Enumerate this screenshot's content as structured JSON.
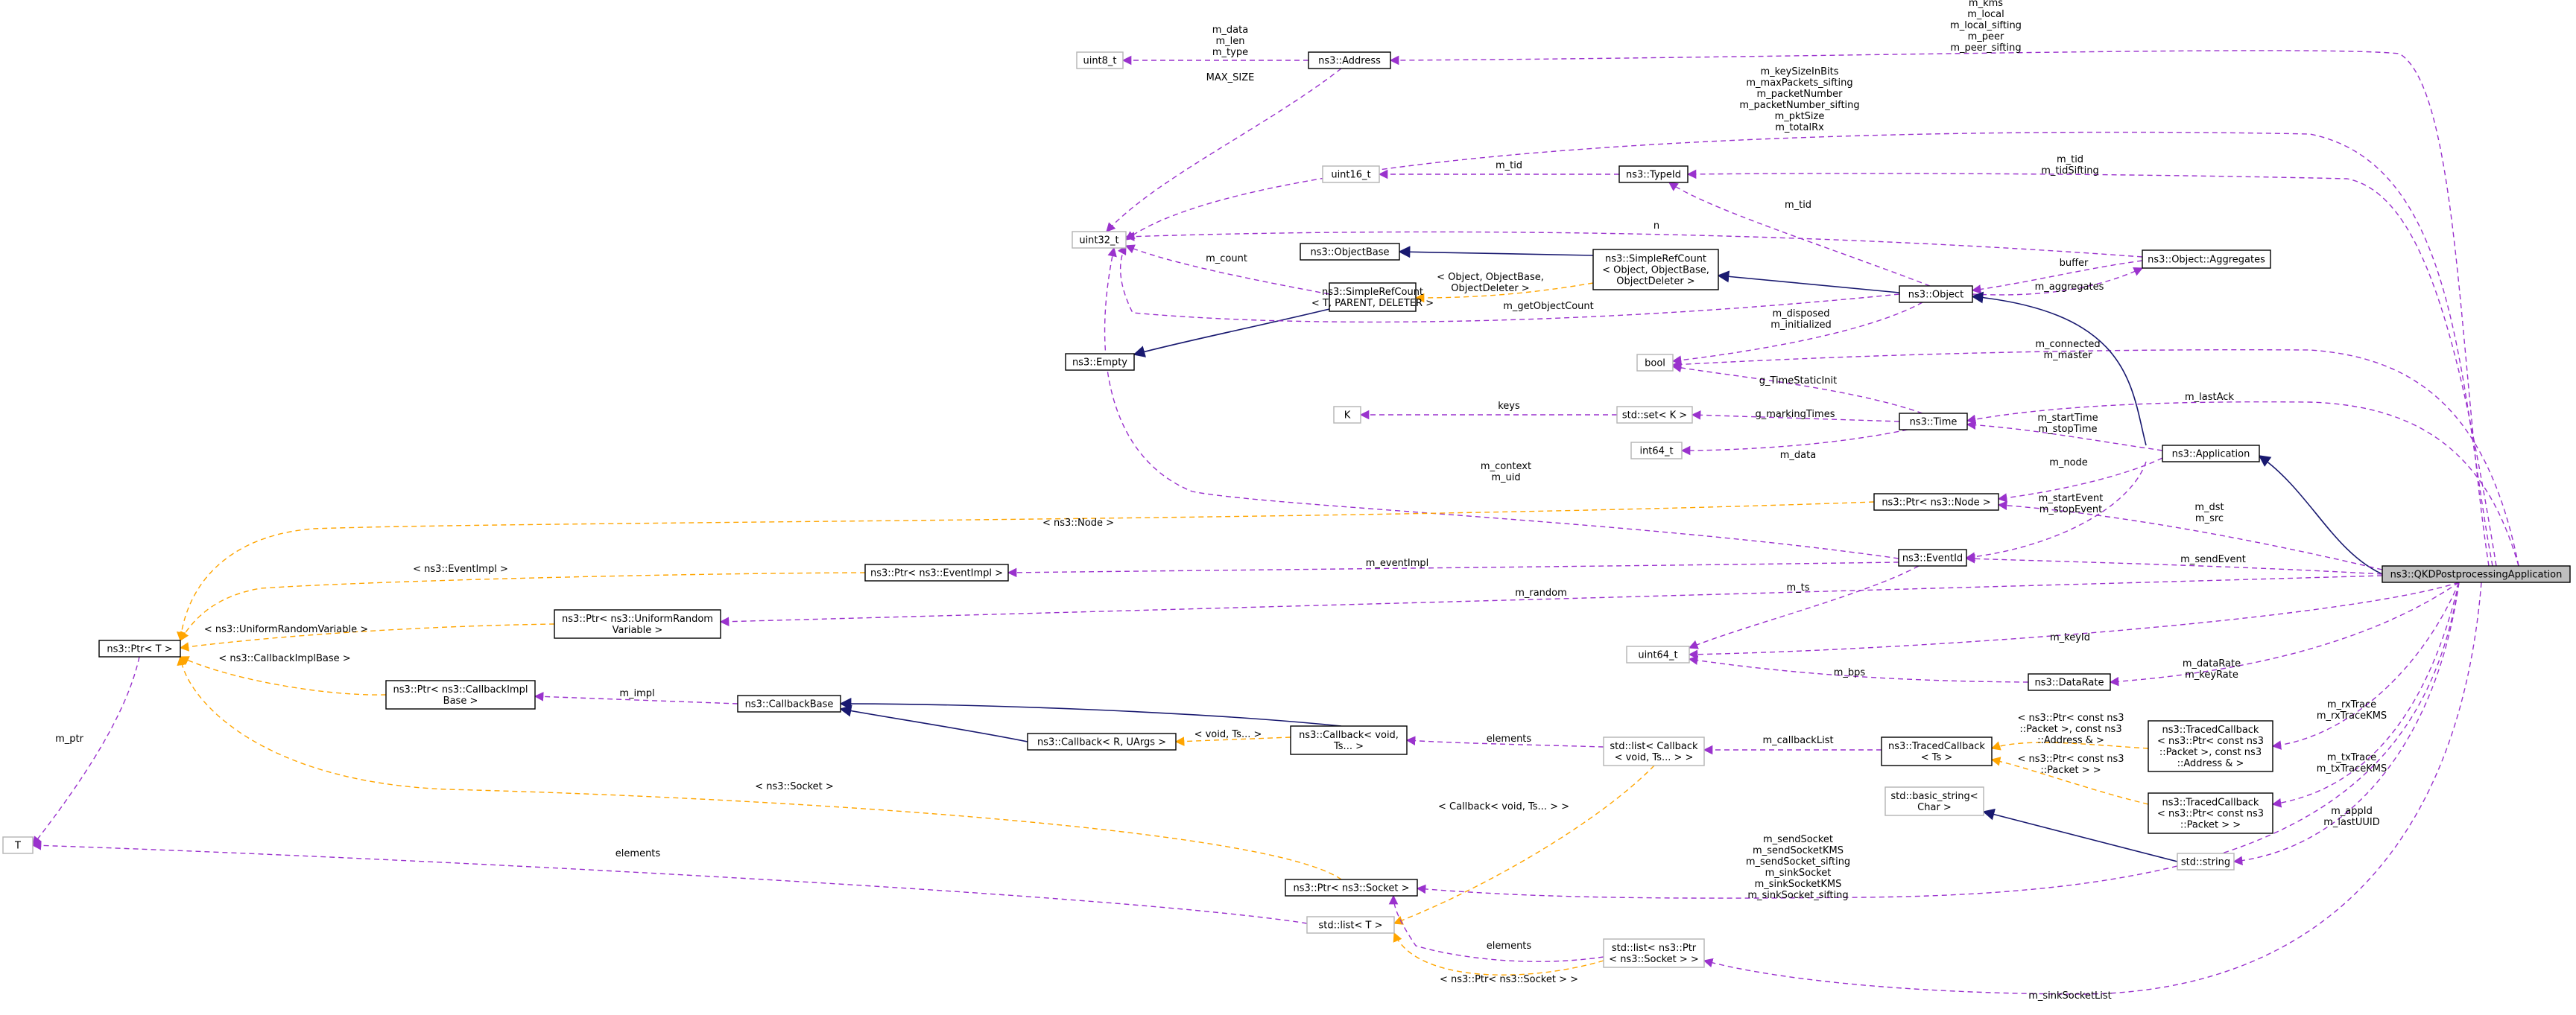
{
  "nodes": [
    {
      "id": "qkd",
      "lines": [
        "ns3::QKDPostprocessingApplication"
      ],
      "style": "focus"
    },
    {
      "id": "address",
      "lines": [
        "ns3::Address"
      ],
      "style": "black"
    },
    {
      "id": "uint8",
      "lines": [
        "uint8_t"
      ],
      "style": "gray"
    },
    {
      "id": "uint16",
      "lines": [
        "uint16_t"
      ],
      "style": "gray"
    },
    {
      "id": "typeid",
      "lines": [
        "ns3::TypeId"
      ],
      "style": "black"
    },
    {
      "id": "uint32",
      "lines": [
        "uint32_t"
      ],
      "style": "gray"
    },
    {
      "id": "objectbase",
      "lines": [
        "ns3::ObjectBase"
      ],
      "style": "black"
    },
    {
      "id": "srcObj",
      "lines": [
        "ns3::SimpleRefCount",
        "< Object, ObjectBase,",
        "ObjectDeleter >"
      ],
      "style": "black"
    },
    {
      "id": "aggregates",
      "lines": [
        "ns3::Object::Aggregates"
      ],
      "style": "black"
    },
    {
      "id": "srcT",
      "lines": [
        "ns3::SimpleRefCount",
        "< T, PARENT, DELETER >"
      ],
      "style": "black"
    },
    {
      "id": "object",
      "lines": [
        "ns3::Object"
      ],
      "style": "black"
    },
    {
      "id": "empty",
      "lines": [
        "ns3::Empty"
      ],
      "style": "black"
    },
    {
      "id": "bool",
      "lines": [
        "bool"
      ],
      "style": "gray"
    },
    {
      "id": "K",
      "lines": [
        "K"
      ],
      "style": "gray"
    },
    {
      "id": "setK",
      "lines": [
        "std::set< K >"
      ],
      "style": "gray"
    },
    {
      "id": "time",
      "lines": [
        "ns3::Time"
      ],
      "style": "black"
    },
    {
      "id": "int64",
      "lines": [
        "int64_t"
      ],
      "style": "gray"
    },
    {
      "id": "application",
      "lines": [
        "ns3::Application"
      ],
      "style": "black"
    },
    {
      "id": "ptrNode",
      "lines": [
        "ns3::Ptr< ns3::Node >"
      ],
      "style": "black"
    },
    {
      "id": "eventid",
      "lines": [
        "ns3::EventId"
      ],
      "style": "black"
    },
    {
      "id": "ptrEventImpl",
      "lines": [
        "ns3::Ptr< ns3::EventImpl >"
      ],
      "style": "black"
    },
    {
      "id": "ptrURV",
      "lines": [
        "ns3::Ptr< ns3::UniformRandom",
        "Variable >"
      ],
      "style": "black"
    },
    {
      "id": "ptrT",
      "lines": [
        "ns3::Ptr< T >"
      ],
      "style": "black"
    },
    {
      "id": "uint64",
      "lines": [
        "uint64_t"
      ],
      "style": "gray"
    },
    {
      "id": "datarate",
      "lines": [
        "ns3::DataRate"
      ],
      "style": "black"
    },
    {
      "id": "ptrCbImpl",
      "lines": [
        "ns3::Ptr< ns3::CallbackImpl",
        "Base >"
      ],
      "style": "black"
    },
    {
      "id": "callbackbase",
      "lines": [
        "ns3::CallbackBase"
      ],
      "style": "black"
    },
    {
      "id": "callbackRU",
      "lines": [
        "ns3::Callback< R, UArgs >"
      ],
      "style": "black"
    },
    {
      "id": "callbackVoid",
      "lines": [
        "ns3::Callback< void,",
        "Ts... >"
      ],
      "style": "black"
    },
    {
      "id": "listCallback",
      "lines": [
        "std::list< Callback",
        "< void, Ts... > >"
      ],
      "style": "gray"
    },
    {
      "id": "tracedCb",
      "lines": [
        "ns3::TracedCallback",
        "< Ts >"
      ],
      "style": "black"
    },
    {
      "id": "tracedCb1",
      "lines": [
        "ns3::TracedCallback",
        "< ns3::Ptr< const ns3",
        "::Packet >, const ns3",
        "::Address & >"
      ],
      "style": "black"
    },
    {
      "id": "tracedCb2",
      "lines": [
        "ns3::TracedCallback",
        "< ns3::Ptr< const ns3",
        "::Packet > >"
      ],
      "style": "black"
    },
    {
      "id": "basicString",
      "lines": [
        "std::basic_string<",
        "Char >"
      ],
      "style": "gray"
    },
    {
      "id": "stdString",
      "lines": [
        "std::string"
      ],
      "style": "gray"
    },
    {
      "id": "T",
      "lines": [
        "T"
      ],
      "style": "gray"
    },
    {
      "id": "ptrSocket",
      "lines": [
        "ns3::Ptr< ns3::Socket >"
      ],
      "style": "black"
    },
    {
      "id": "listT",
      "lines": [
        "std::list< T >"
      ],
      "style": "gray"
    },
    {
      "id": "listPtrSocket",
      "lines": [
        "std::list< ns3::Ptr",
        "< ns3::Socket > >"
      ],
      "style": "gray"
    }
  ],
  "edges": [
    {
      "id": "e1",
      "type": "purple",
      "label": [
        "m_kms",
        "m_local",
        "m_local_sifting",
        "m_peer",
        "m_peer_sifting"
      ]
    },
    {
      "id": "e2",
      "type": "purple",
      "label": [
        "m_data",
        "m_len",
        "m_type"
      ]
    },
    {
      "id": "e3",
      "type": "purple",
      "label": [
        "MAX_SIZE"
      ]
    },
    {
      "id": "e4",
      "type": "purple",
      "label": [
        "m_keySizeInBits",
        "m_maxPackets_sifting",
        "m_packetNumber",
        "m_packetNumber_sifting",
        "m_pktSize",
        "m_totalRx"
      ]
    },
    {
      "id": "e5",
      "type": "purple",
      "label": [
        "m_tid"
      ]
    },
    {
      "id": "e6",
      "type": "purple",
      "label": [
        "m_tid",
        "m_tidSifting"
      ]
    },
    {
      "id": "e7",
      "type": "purple",
      "label": [
        "m_tid"
      ]
    },
    {
      "id": "e8",
      "type": "purple",
      "label": [
        "n"
      ]
    },
    {
      "id": "e9",
      "type": "purple",
      "label": [
        "m_count"
      ]
    },
    {
      "id": "e10",
      "type": "blue",
      "label": []
    },
    {
      "id": "e11",
      "type": "blue",
      "label": []
    },
    {
      "id": "e12",
      "type": "orange",
      "label": [
        "< Object, ObjectBase,",
        "ObjectDeleter >"
      ]
    },
    {
      "id": "e13",
      "type": "purple",
      "label": [
        "buffer"
      ]
    },
    {
      "id": "e14",
      "type": "purple",
      "label": [
        "m_aggregates"
      ]
    },
    {
      "id": "e15",
      "type": "blue",
      "label": []
    },
    {
      "id": "e16",
      "type": "purple",
      "label": [
        "m_getObjectCount"
      ]
    },
    {
      "id": "e17",
      "type": "purple",
      "label": [
        "m_disposed",
        "m_initialized"
      ]
    },
    {
      "id": "e18",
      "type": "purple",
      "label": [
        "m_connected",
        "m_master"
      ]
    },
    {
      "id": "e19",
      "type": "purple",
      "label": [
        "g_TimeStaticInit"
      ]
    },
    {
      "id": "e20",
      "type": "purple",
      "label": [
        "keys"
      ]
    },
    {
      "id": "e21",
      "type": "purple",
      "label": [
        "g_markingTimes"
      ]
    },
    {
      "id": "e22",
      "type": "purple",
      "label": [
        "m_data"
      ]
    },
    {
      "id": "e23",
      "type": "purple",
      "label": [
        "m_lastAck"
      ]
    },
    {
      "id": "e24",
      "type": "purple",
      "label": [
        "m_startTime",
        "m_stopTime"
      ]
    },
    {
      "id": "e25",
      "type": "blue",
      "label": []
    },
    {
      "id": "e26",
      "type": "blue",
      "label": []
    },
    {
      "id": "e27",
      "type": "purple",
      "label": [
        "m_node"
      ]
    },
    {
      "id": "e28",
      "type": "purple",
      "label": [
        "m_dst",
        "m_src"
      ]
    },
    {
      "id": "e29",
      "type": "purple",
      "label": [
        "m_startEvent",
        "m_stopEvent"
      ]
    },
    {
      "id": "e30",
      "type": "purple",
      "label": [
        "m_sendEvent"
      ]
    },
    {
      "id": "e31",
      "type": "purple",
      "label": [
        "m_context",
        "m_uid"
      ]
    },
    {
      "id": "e32",
      "type": "purple",
      "label": [
        "m_eventImpl"
      ]
    },
    {
      "id": "e33",
      "type": "orange",
      "label": [
        "< ns3::Node >"
      ]
    },
    {
      "id": "e34",
      "type": "orange",
      "label": [
        "< ns3::EventImpl >"
      ]
    },
    {
      "id": "e35",
      "type": "purple",
      "label": [
        "m_random"
      ]
    },
    {
      "id": "e36",
      "type": "orange",
      "label": [
        "< ns3::UniformRandomVariable >"
      ]
    },
    {
      "id": "e37",
      "type": "purple",
      "label": [
        "m_ts"
      ]
    },
    {
      "id": "e38",
      "type": "purple",
      "label": [
        "m_keyId"
      ]
    },
    {
      "id": "e39",
      "type": "purple",
      "label": [
        "m_bps"
      ]
    },
    {
      "id": "e40",
      "type": "purple",
      "label": [
        "m_dataRate",
        "m_keyRate"
      ]
    },
    {
      "id": "e41",
      "type": "orange",
      "label": [
        "< ns3::CallbackImplBase >"
      ]
    },
    {
      "id": "e42",
      "type": "purple",
      "label": [
        "m_impl"
      ]
    },
    {
      "id": "e43",
      "type": "blue",
      "label": []
    },
    {
      "id": "e44",
      "type": "blue",
      "label": []
    },
    {
      "id": "e45",
      "type": "orange",
      "label": [
        "< void, Ts... >"
      ]
    },
    {
      "id": "e46",
      "type": "purple",
      "label": [
        "elements"
      ]
    },
    {
      "id": "e47",
      "type": "purple",
      "label": [
        "m_callbackList"
      ]
    },
    {
      "id": "e48",
      "type": "orange",
      "label": [
        "< ns3::Ptr< const ns3",
        "::Packet >, const ns3",
        "::Address & >"
      ]
    },
    {
      "id": "e49",
      "type": "orange",
      "label": [
        "< ns3::Ptr< const ns3",
        "::Packet > >"
      ]
    },
    {
      "id": "e50",
      "type": "purple",
      "label": [
        "m_rxTrace",
        "m_rxTraceKMS"
      ]
    },
    {
      "id": "e51",
      "type": "purple",
      "label": [
        "m_txTrace",
        "m_txTraceKMS"
      ]
    },
    {
      "id": "e52",
      "type": "blue",
      "label": []
    },
    {
      "id": "e53",
      "type": "purple",
      "label": [
        "m_appId",
        "m_lastUUID"
      ]
    },
    {
      "id": "e54",
      "type": "purple",
      "label": [
        "m_ptr"
      ]
    },
    {
      "id": "e55",
      "type": "orange",
      "label": [
        "< ns3::Socket >"
      ]
    },
    {
      "id": "e56",
      "type": "purple",
      "label": [
        "elements"
      ]
    },
    {
      "id": "e57",
      "type": "purple",
      "label": [
        "m_sendSocket",
        "m_sendSocketKMS",
        "m_sendSocket_sifting",
        "m_sinkSocket",
        "m_sinkSocketKMS",
        "m_sinkSocket_sifting"
      ]
    },
    {
      "id": "e58",
      "type": "orange",
      "label": [
        "< Callback< void, Ts... > >"
      ]
    },
    {
      "id": "e59",
      "type": "purple",
      "label": [
        "elements"
      ]
    },
    {
      "id": "e60",
      "type": "orange",
      "label": [
        "< ns3::Ptr< ns3::Socket > >"
      ]
    },
    {
      "id": "e61",
      "type": "purple",
      "label": [
        "m_sinkSocketList"
      ]
    }
  ]
}
